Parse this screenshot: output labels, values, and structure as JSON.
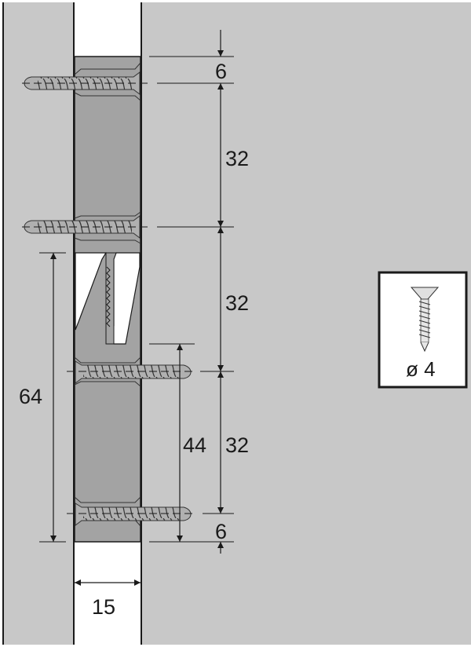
{
  "diagram": {
    "colors": {
      "panel": "#c8c8c8",
      "bracket": "#a3a3a3",
      "gap": "#ffffff",
      "line": "#1a1a1a",
      "screw": "#b0b0b0"
    },
    "dimensions": {
      "top_offset": "6",
      "spacing_1": "32",
      "spacing_2": "32",
      "spacing_3": "32",
      "bottom_offset": "6",
      "hook_height": "64",
      "screw_span": "44",
      "gap_width": "15"
    },
    "legend": {
      "icon": "countersunk-screw-icon",
      "label": "ø 4"
    }
  }
}
